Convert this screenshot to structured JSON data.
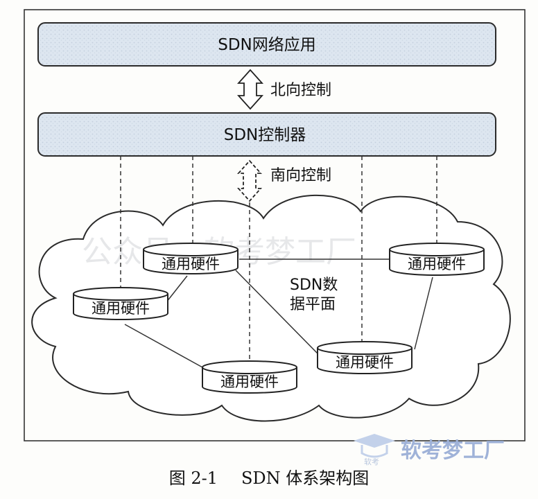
{
  "layers": {
    "application": "SDN网络应用",
    "controller": "SDN控制器"
  },
  "interfaces": {
    "northbound": "北向控制",
    "southbound": "南向控制"
  },
  "data_plane": {
    "label_line1": "SDN数",
    "label_line2": "据平面",
    "devices": [
      "通用硬件",
      "通用硬件",
      "通用硬件",
      "通用硬件",
      "通用硬件"
    ]
  },
  "watermark": "公众号：软考梦工厂",
  "logo": {
    "text": "软考梦工厂",
    "small": "软考"
  },
  "caption": {
    "number": "图 2-1",
    "title": "SDN 体系架构图"
  },
  "colors": {
    "box_fill": "#dbe4ef",
    "line": "#333333",
    "logo": "#9fb2d8"
  }
}
